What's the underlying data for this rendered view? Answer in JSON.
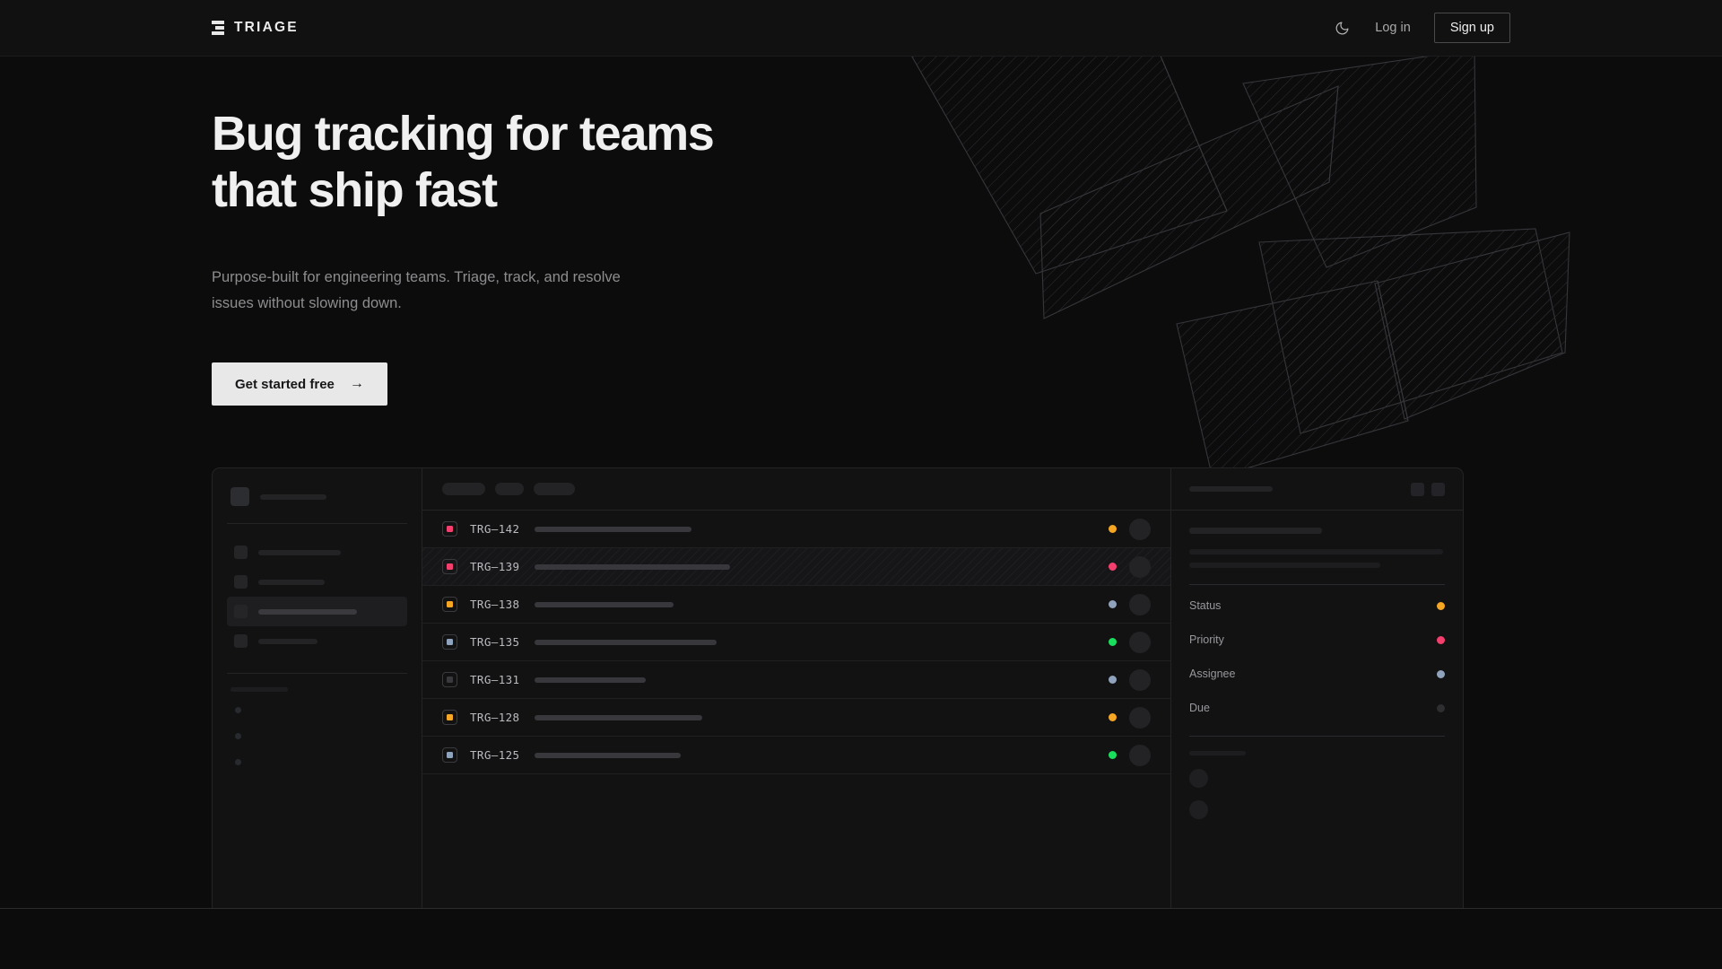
{
  "nav": {
    "logo_text": "TRIAGE",
    "logo_icon": "stacked-bars-icon",
    "theme_toggle_icon": "moon-icon",
    "login_label": "Log in",
    "signup_label": "Sign up"
  },
  "hero": {
    "headline_line1": "Bug tracking for teams",
    "headline_line2": "that ship fast",
    "subheadline": "Purpose-built for engineering teams. Triage, track, and resolve issues without slowing down.",
    "cta_label": "Get started free",
    "cta_arrow": "→"
  },
  "colors": {
    "page_bg": "#0c0c0d",
    "nav_bg": "#111112",
    "panel_bg": "#121213",
    "border": "#242427",
    "text_primary": "#f0f0f1",
    "text_muted": "#8d8d90",
    "cta_bg": "#e8e8e8",
    "status_amber": "#f5a623",
    "status_pink": "#f43f6e",
    "status_green": "#19e05c",
    "status_slate": "#8fa3bc",
    "status_dim": "#2e2e31"
  },
  "mockup": {
    "sidebar": {
      "logo_placeholder_width": 74,
      "items": [
        {
          "label_width": 92,
          "active": false
        },
        {
          "label_width": 74,
          "active": false
        },
        {
          "label_width": 110,
          "active": true
        },
        {
          "label_width": 66,
          "active": false
        }
      ],
      "section_label_width": 64,
      "sub_items": 3
    },
    "list": {
      "toolbar_pills": [
        48,
        32,
        46
      ],
      "rows": [
        {
          "id": "TRG–142",
          "chip_color": "#f43f6e",
          "title_width": 175,
          "dot_color": "#f5a623",
          "selected": false
        },
        {
          "id": "TRG–139",
          "chip_color": "#f43f6e",
          "title_width": 218,
          "dot_color": "#f43f6e",
          "selected": true
        },
        {
          "id": "TRG–138",
          "chip_color": "#f5a623",
          "title_width": 155,
          "dot_color": "#8fa3bc",
          "selected": false
        },
        {
          "id": "TRG–135",
          "chip_color": "#8fa3bc",
          "title_width": 203,
          "dot_color": "#19e05c",
          "selected": false
        },
        {
          "id": "TRG–131",
          "chip_color": "#3a3a3e",
          "title_width": 124,
          "dot_color": "#8fa3bc",
          "selected": false
        },
        {
          "id": "TRG–128",
          "chip_color": "#f5a623",
          "title_width": 187,
          "dot_color": "#f5a623",
          "selected": false
        },
        {
          "id": "TRG–125",
          "chip_color": "#8fa3bc",
          "title_width": 163,
          "dot_color": "#19e05c",
          "selected": false
        }
      ]
    },
    "detail": {
      "header_placeholder_width": 93,
      "header_buttons": 2,
      "title_placeholder_width": 148,
      "body_line_widths": [
        283,
        213
      ],
      "meta": [
        {
          "label": "Status",
          "dot_color": "#f5a623"
        },
        {
          "label": "Priority",
          "dot_color": "#f43f6e"
        },
        {
          "label": "Assignee",
          "dot_color": "#8fa3bc"
        },
        {
          "label": "Due",
          "dot_color": "#2e2e31"
        }
      ],
      "footer_label_width": 63,
      "footer_avatars": 2
    }
  },
  "decor": {
    "type": "hatched-rotated-panels",
    "shape_count": 4
  }
}
